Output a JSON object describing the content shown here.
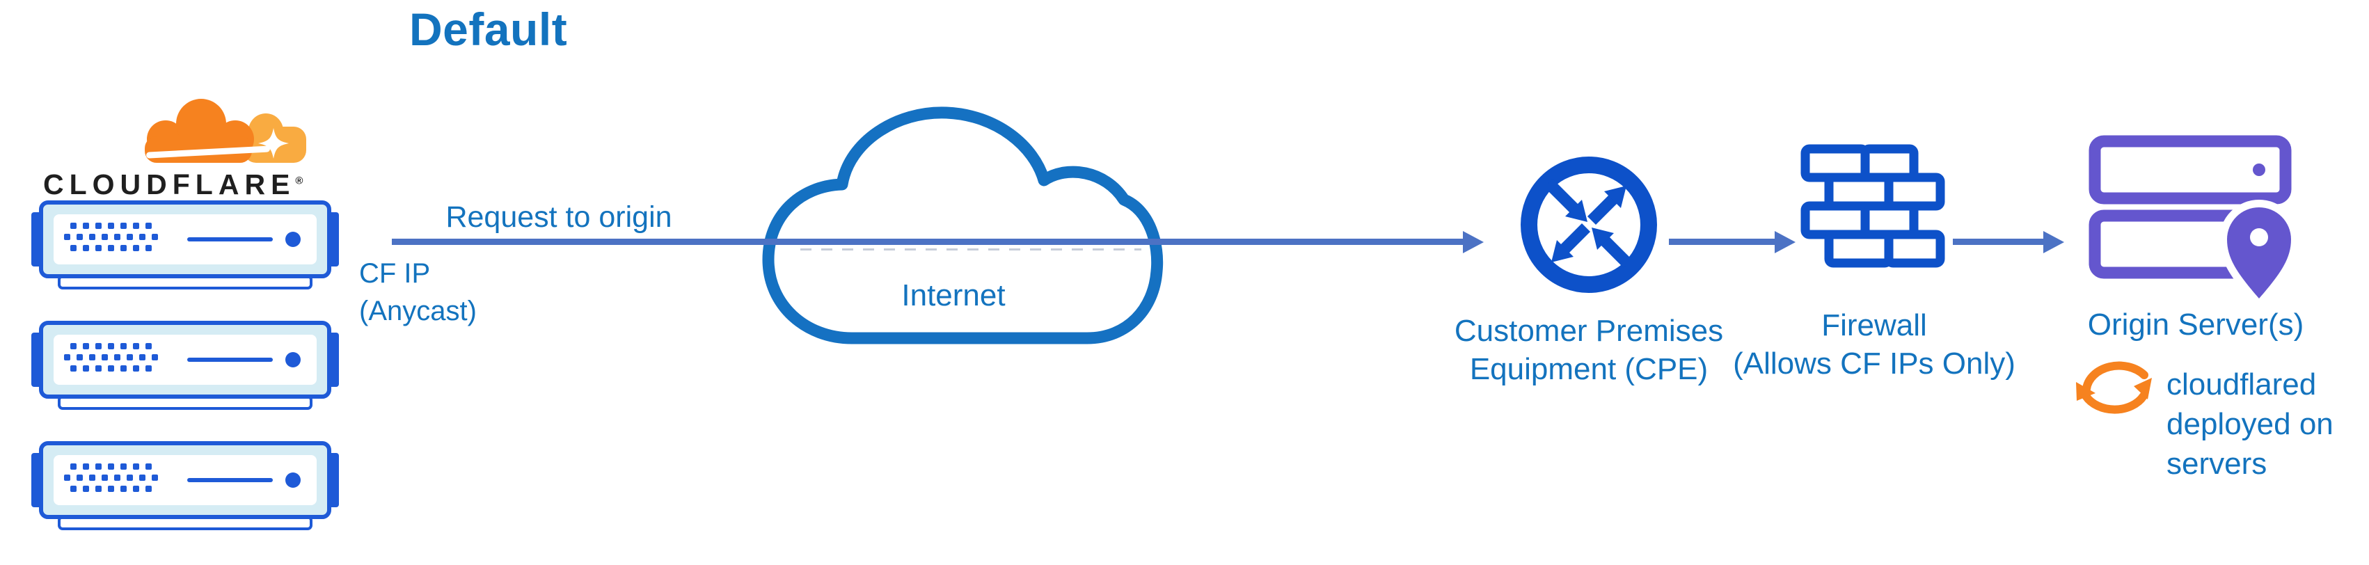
{
  "title": "Default",
  "logo": {
    "wordmark": "CLOUDFLARE",
    "registered": "®",
    "icon": "cloudflare-cloud-logo"
  },
  "edge_labels": {
    "request": "Request to origin",
    "cf_ip_line1": "CF IP",
    "cf_ip_line2": "(Anycast)"
  },
  "internet": {
    "label": "Internet"
  },
  "cpe": {
    "label_line1": "Customer Premises",
    "label_line2": "Equipment (CPE)"
  },
  "firewall": {
    "label_line1": "Firewall",
    "label_line2": "(Allows CF IPs Only)"
  },
  "origin": {
    "label": "Origin Server(s)",
    "note_line1": "cloudflared",
    "note_line2": "deployed on",
    "note_line3": "servers"
  },
  "icons": {
    "logo": "cloudflare-cloud-logo",
    "edge_server": "edge-server-icon",
    "internet": "internet-cloud-icon",
    "cpe": "router-arrows-icon",
    "firewall": "brick-wall-icon",
    "origin": "server-stack-location-icon",
    "cloudflared": "sync-arrows-icon"
  },
  "colors": {
    "label_blue": "#1373BE",
    "icon_blue": "#0D51C9",
    "server_blue": "#1E5AD7",
    "server_fill": "#D5ECF4",
    "arrow_slate": "#4C72C4",
    "cloud_stroke_blue": "#1571C2",
    "purple": "#6456CE",
    "orange": "#F6821F",
    "orange_light": "#F9AB41",
    "wordmark_black": "#1F1F1F",
    "dashed_gray": "#C7CDD9"
  }
}
